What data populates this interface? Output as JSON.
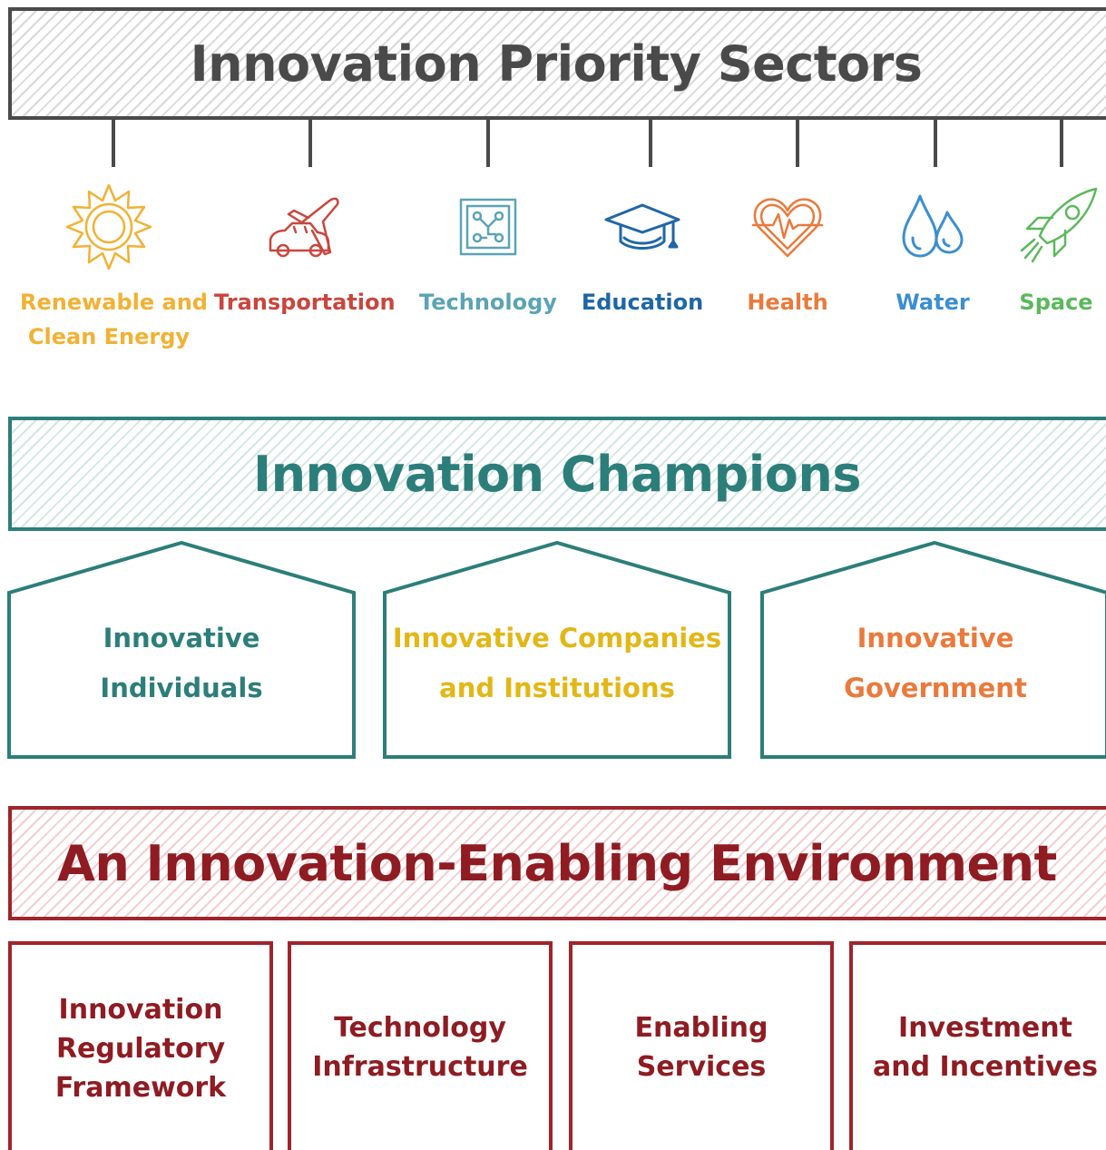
{
  "sectors_banner": {
    "title": "Innovation Priority Sectors"
  },
  "sectors": [
    {
      "label_line1": "Renewable and",
      "label_line2": "Clean Energy",
      "icon": "sun-icon",
      "color": "#f2b134"
    },
    {
      "label_line1": "Transportation",
      "label_line2": "",
      "icon": "car-plane-icon",
      "color": "#c9463d"
    },
    {
      "label_line1": "Technology",
      "label_line2": "",
      "icon": "circuit-board-icon",
      "color": "#5ba3b5"
    },
    {
      "label_line1": "Education",
      "label_line2": "",
      "icon": "graduation-cap-icon",
      "color": "#1e66a6"
    },
    {
      "label_line1": "Health",
      "label_line2": "",
      "icon": "heart-pulse-icon",
      "color": "#ea7a3c"
    },
    {
      "label_line1": "Water",
      "label_line2": "",
      "icon": "water-drops-icon",
      "color": "#3b8fd0"
    },
    {
      "label_line1": "Space",
      "label_line2": "",
      "icon": "rocket-icon",
      "color": "#5cb85c"
    }
  ],
  "champions_banner": {
    "title": "Innovation Champions"
  },
  "champions": [
    {
      "line1": "Innovative",
      "line2": "Individuals",
      "color": "#2c7e7a"
    },
    {
      "line1": "Innovative Companies",
      "line2": "and Institutions",
      "color": "#e2b716"
    },
    {
      "line1": "Innovative",
      "line2": "Government",
      "color": "#ea7a3c"
    }
  ],
  "environment_banner": {
    "title": "An Innovation-Enabling Environment"
  },
  "pillars": [
    {
      "line1": "Innovation",
      "line2": "Regulatory",
      "line3": "Framework"
    },
    {
      "line1": "Technology",
      "line2": "Infrastructure",
      "line3": ""
    },
    {
      "line1": "Enabling",
      "line2": "Services",
      "line3": ""
    },
    {
      "line1": "Investment",
      "line2": "and Incentives",
      "line3": ""
    }
  ],
  "colors": {
    "sectors_border": "#4a4a4a",
    "champions_border": "#2c7e7a",
    "environment_border": "#a0242b"
  }
}
